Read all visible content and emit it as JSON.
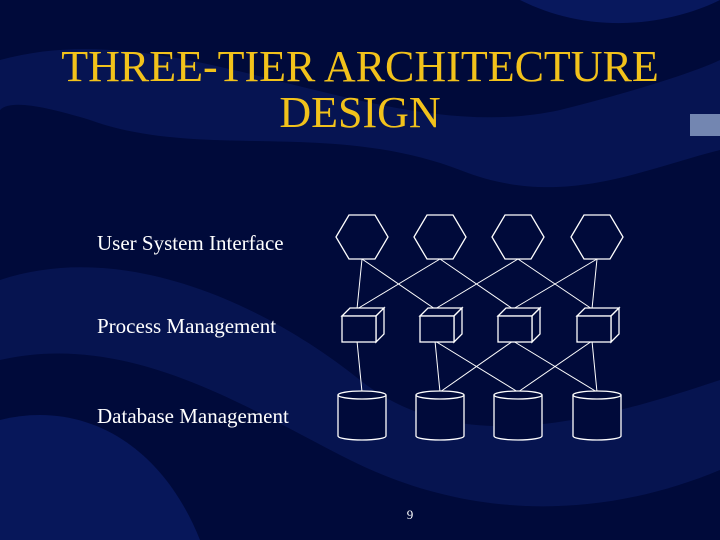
{
  "slide": {
    "title_line1": "THREE-TIER ARCHITECTURE",
    "title_line2": "DESIGN",
    "page_number": "9"
  },
  "tiers": {
    "user": {
      "label": "User System Interface",
      "shape": "hexagon",
      "count": 4
    },
    "process": {
      "label": "Process Management",
      "shape": "cube",
      "count": 4
    },
    "database": {
      "label": "Database Management",
      "shape": "cylinder",
      "count": 4
    }
  },
  "connections": {
    "user_to_process": [
      [
        0,
        0
      ],
      [
        0,
        1
      ],
      [
        1,
        0
      ],
      [
        1,
        2
      ],
      [
        2,
        1
      ],
      [
        2,
        3
      ],
      [
        3,
        2
      ],
      [
        3,
        3
      ]
    ],
    "process_to_database": [
      [
        0,
        0
      ],
      [
        1,
        1
      ],
      [
        1,
        2
      ],
      [
        2,
        1
      ],
      [
        2,
        3
      ],
      [
        3,
        2
      ],
      [
        3,
        3
      ]
    ]
  },
  "colors": {
    "background": "#000a3a",
    "title": "#f2c21b",
    "text": "#ffffff",
    "diagram_line": "#ffffff"
  }
}
